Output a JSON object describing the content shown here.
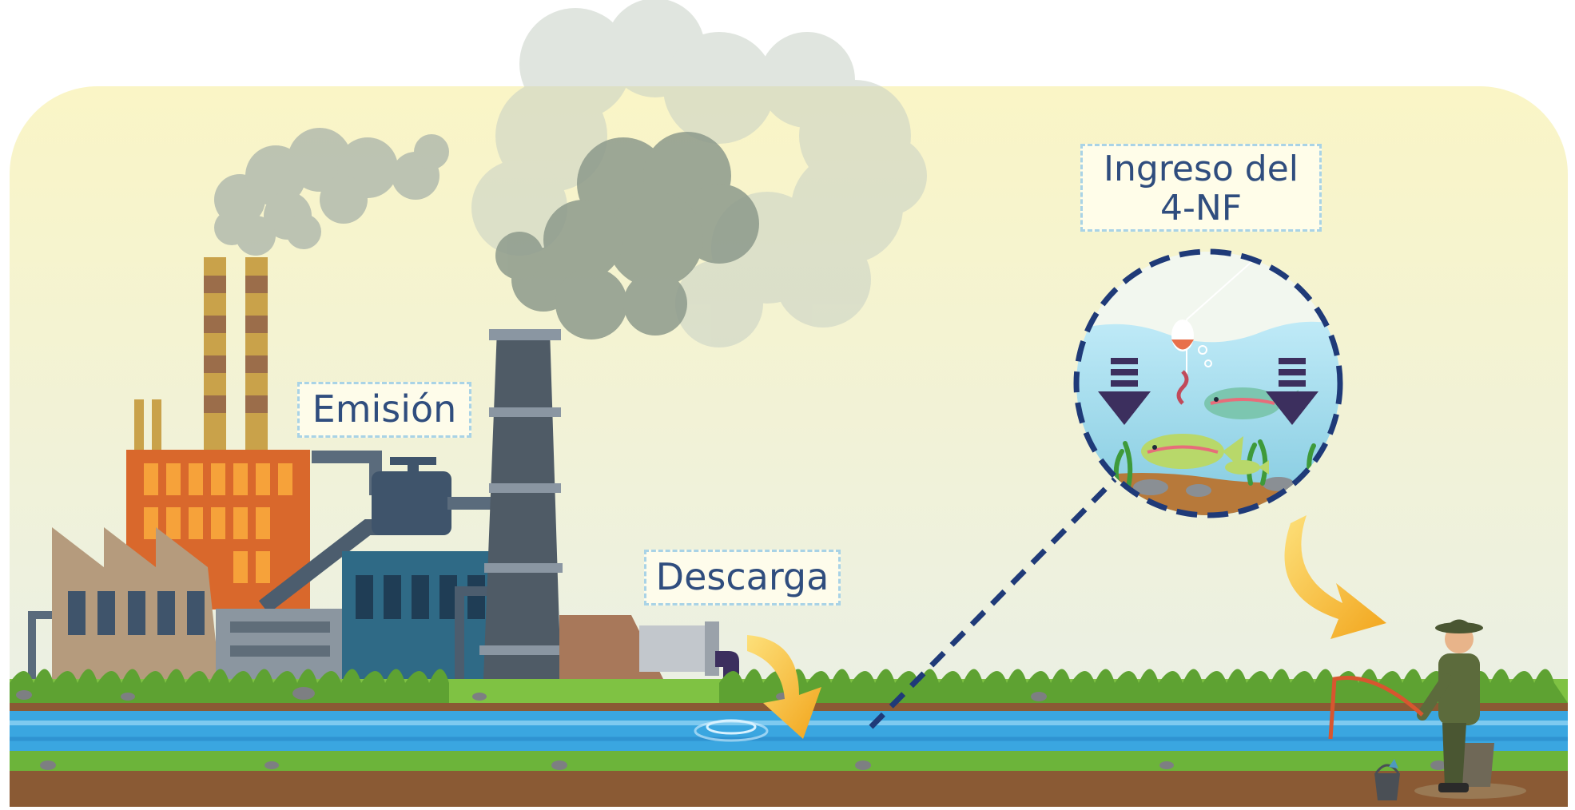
{
  "labels": {
    "emission": "Emisión",
    "discharge": "Descarga",
    "ingress_line1": "Ingreso del",
    "ingress_line2": "4-NF"
  },
  "colors": {
    "sky_top": "#f9f5c8",
    "sky_bottom": "#eaf0ea",
    "water": "#3aa6e0",
    "grass": "#6cb43a",
    "soil": "#8a5a34",
    "label_text": "#2f4d7e",
    "label_border": "#a9d3e6",
    "arrow": "#f6b623",
    "down_arrow": "#3c2f5e",
    "smoke": "#9aa59c",
    "dashed_line": "#1f3a78"
  },
  "icons": [
    "factory-icon",
    "smokestack-icon",
    "smoke-cloud-icon",
    "discharge-pipe-icon",
    "curved-arrow-icon",
    "down-arrow-icon",
    "fish-icon",
    "fishing-float-icon",
    "fisherman-icon",
    "bucket-icon"
  ]
}
